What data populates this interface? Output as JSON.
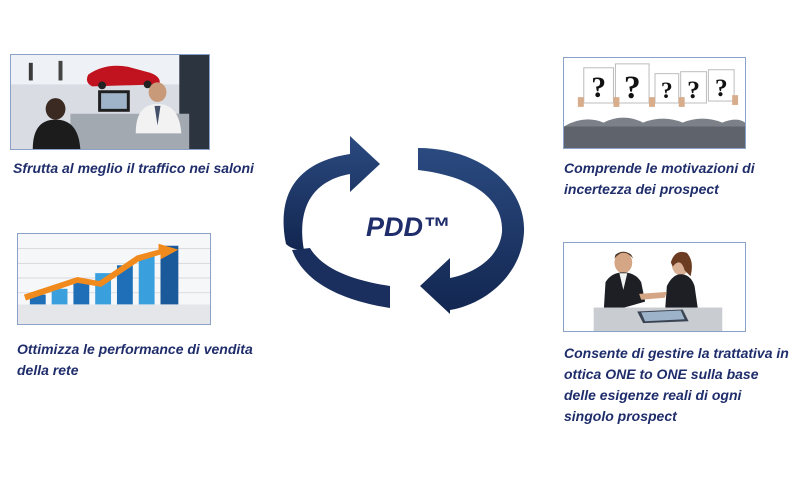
{
  "diagram": {
    "center_label": "PDD™",
    "accent_color": "#1c3566"
  },
  "panels": [
    {
      "caption": "Sfrutta al meglio il traffico nei saloni",
      "image": "car-dealership-showroom-photo"
    },
    {
      "caption": "Ottimizza le performance di vendita della rete",
      "image": "rising-bar-chart-arrow-image"
    },
    {
      "caption": "Comprende le motivazioni di incertezza dei prospect",
      "image": "people-holding-question-marks-photo"
    },
    {
      "caption": "Consente di gestire la trattativa in ottica ONE to ONE sulla base delle esigenze reali di ogni singolo prospect",
      "image": "business-handshake-photo"
    }
  ]
}
